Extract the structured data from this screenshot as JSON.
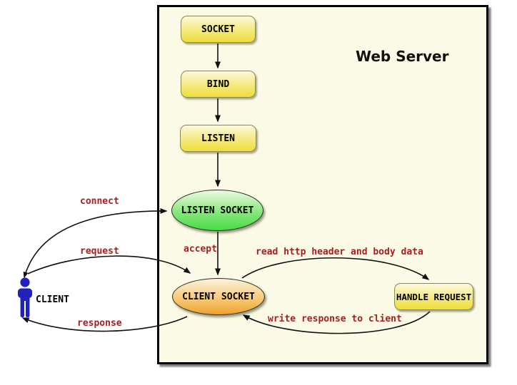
{
  "diagram": {
    "title": "Web Server",
    "nodes": {
      "socket": {
        "label": "SOCKET"
      },
      "bind": {
        "label": "BIND"
      },
      "listen": {
        "label": "LISTEN"
      },
      "listen_socket": {
        "label": "LISTEN SOCKET"
      },
      "client_socket": {
        "label": "CLIENT SOCKET"
      },
      "handle_request": {
        "label": "HANDLE REQUEST"
      }
    },
    "actor": {
      "label": "CLIENT"
    },
    "edges": {
      "connect": {
        "label": "connect",
        "from": "client",
        "to": "listen_socket"
      },
      "request": {
        "label": "request",
        "from": "client",
        "to": "client_socket"
      },
      "response": {
        "label": "response",
        "from": "client_socket",
        "to": "client"
      },
      "accept": {
        "label": "accept",
        "from": "listen_socket",
        "to": "client_socket"
      },
      "read_http": {
        "label": "read http header and body data",
        "from": "client_socket",
        "to": "handle_request"
      },
      "write_response": {
        "label": "write response to client",
        "from": "handle_request",
        "to": "client_socket"
      }
    },
    "colors": {
      "panel_background": "#FAFAE6",
      "node_yellow": "#EFDE39",
      "node_green": "#44DC44",
      "node_orange": "#F0A22B",
      "edge_label_red": "#A52020",
      "actor_blue": "#2121BD",
      "arrow_black": "#111111"
    }
  }
}
